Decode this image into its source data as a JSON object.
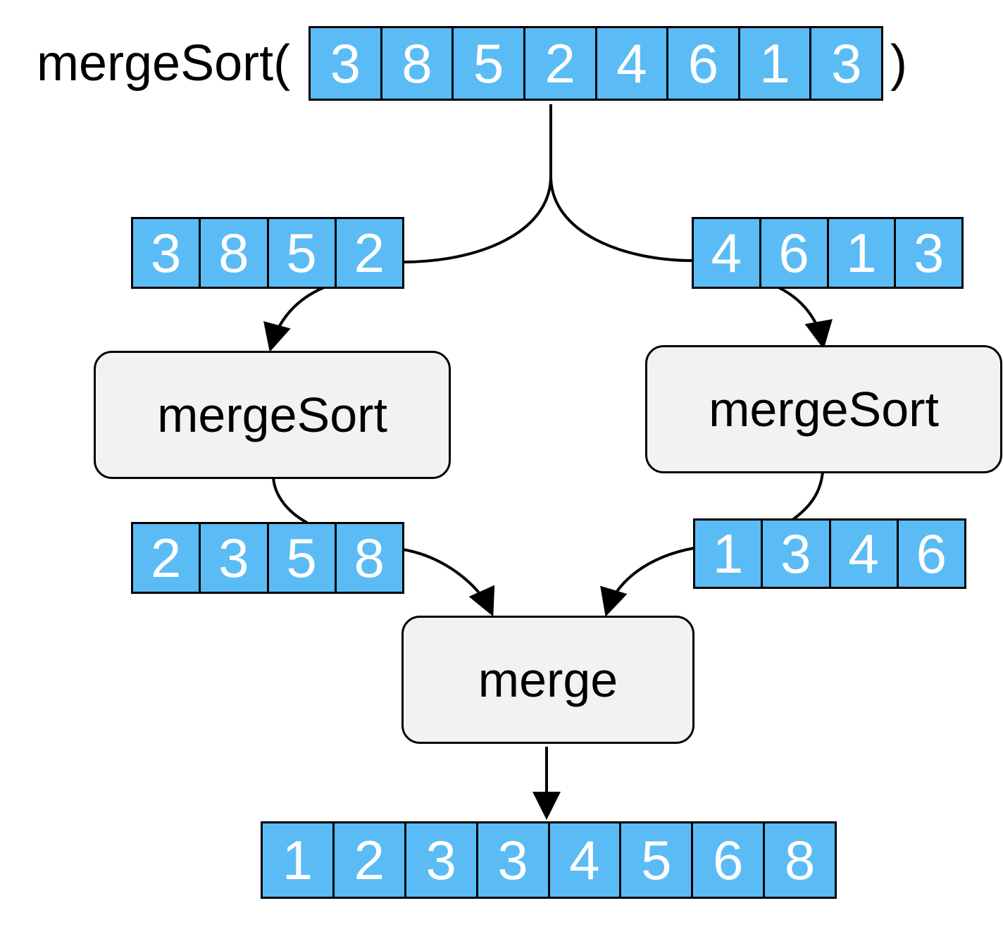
{
  "call": {
    "func": "mergeSort(",
    "close": ")",
    "input": [
      3,
      8,
      5,
      2,
      4,
      6,
      1,
      3
    ]
  },
  "left_half": [
    3,
    8,
    5,
    2
  ],
  "right_half": [
    4,
    6,
    1,
    3
  ],
  "left_box": {
    "label": "mergeSort"
  },
  "right_box": {
    "label": "mergeSort"
  },
  "left_sorted": [
    2,
    3,
    5,
    8
  ],
  "right_sorted": [
    1,
    3,
    4,
    6
  ],
  "merge_box": {
    "label": "merge"
  },
  "result": [
    1,
    2,
    3,
    3,
    4,
    5,
    6,
    8
  ],
  "colors": {
    "cell_fill": "#5bbcf5",
    "node_fill": "#f2f2f2",
    "line": "#000000"
  }
}
